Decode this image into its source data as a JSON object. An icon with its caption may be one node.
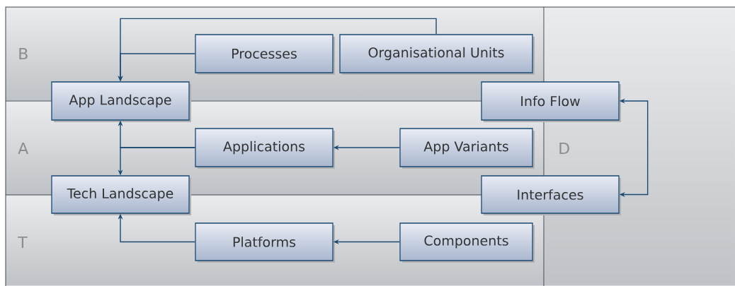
{
  "diagram": {
    "nodes": [
      {
        "text": [
          "Processes"
        ]
      },
      {
        "text": [
          "Organisational Units"
        ]
      },
      {
        "text": [
          "App Landscape"
        ]
      },
      {
        "text": [
          "Info Flow"
        ]
      },
      {
        "text": [
          "Applications"
        ]
      },
      {
        "text": [
          "App Variants"
        ]
      },
      {
        "text": [
          "Tech Landscape"
        ]
      },
      {
        "text": [
          "Interfaces"
        ]
      },
      {
        "text": [
          "Platforms"
        ]
      },
      {
        "text": [
          "Components"
        ]
      }
    ],
    "edges": [
      {
        "from": 1,
        "to": 2,
        "arrow": "to"
      },
      {
        "from": 0,
        "to": 2,
        "arrow": "to"
      },
      {
        "from": 4,
        "to": 2,
        "arrow": "to"
      },
      {
        "from": 4,
        "to": 6,
        "arrow": "to"
      },
      {
        "from": 5,
        "to": 4,
        "arrow": "to"
      },
      {
        "from": 9,
        "to": 8,
        "arrow": "to"
      },
      {
        "from": 8,
        "to": 6,
        "arrow": "to"
      },
      {
        "from": 3,
        "to": 7,
        "arrow": "both"
      }
    ],
    "labels": [
      "B",
      "A",
      "D",
      "T"
    ]
  }
}
